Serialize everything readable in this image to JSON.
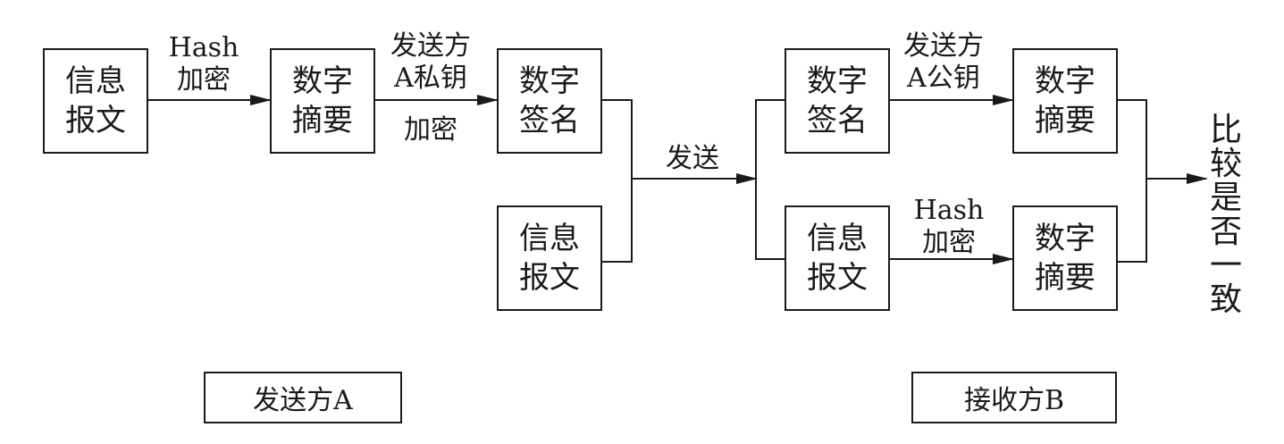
{
  "sender": {
    "message_box": [
      "信息",
      "报文"
    ],
    "hash_label": [
      "Hash",
      "加密"
    ],
    "digest_box": [
      "数字",
      "摘要"
    ],
    "encrypt_label": [
      "发送方",
      "A私钥"
    ],
    "encrypt_label_suffix": "加密",
    "signature_box": [
      "数字",
      "签名"
    ],
    "message_box_2": [
      "信息",
      "报文"
    ],
    "party_label": "发送方A"
  },
  "transfer": {
    "send_label": "发送"
  },
  "receiver": {
    "signature_box": [
      "数字",
      "签名"
    ],
    "decrypt_label": [
      "发送方",
      "A公钥"
    ],
    "digest_box_top": [
      "数字",
      "摘要"
    ],
    "message_box": [
      "信息",
      "报文"
    ],
    "hash_label": [
      "Hash",
      "加密"
    ],
    "digest_box_bottom": [
      "数字",
      "摘要"
    ],
    "compare_label": [
      "比",
      "较",
      "是",
      "否",
      "一",
      "致"
    ],
    "party_label": "接收方B"
  }
}
